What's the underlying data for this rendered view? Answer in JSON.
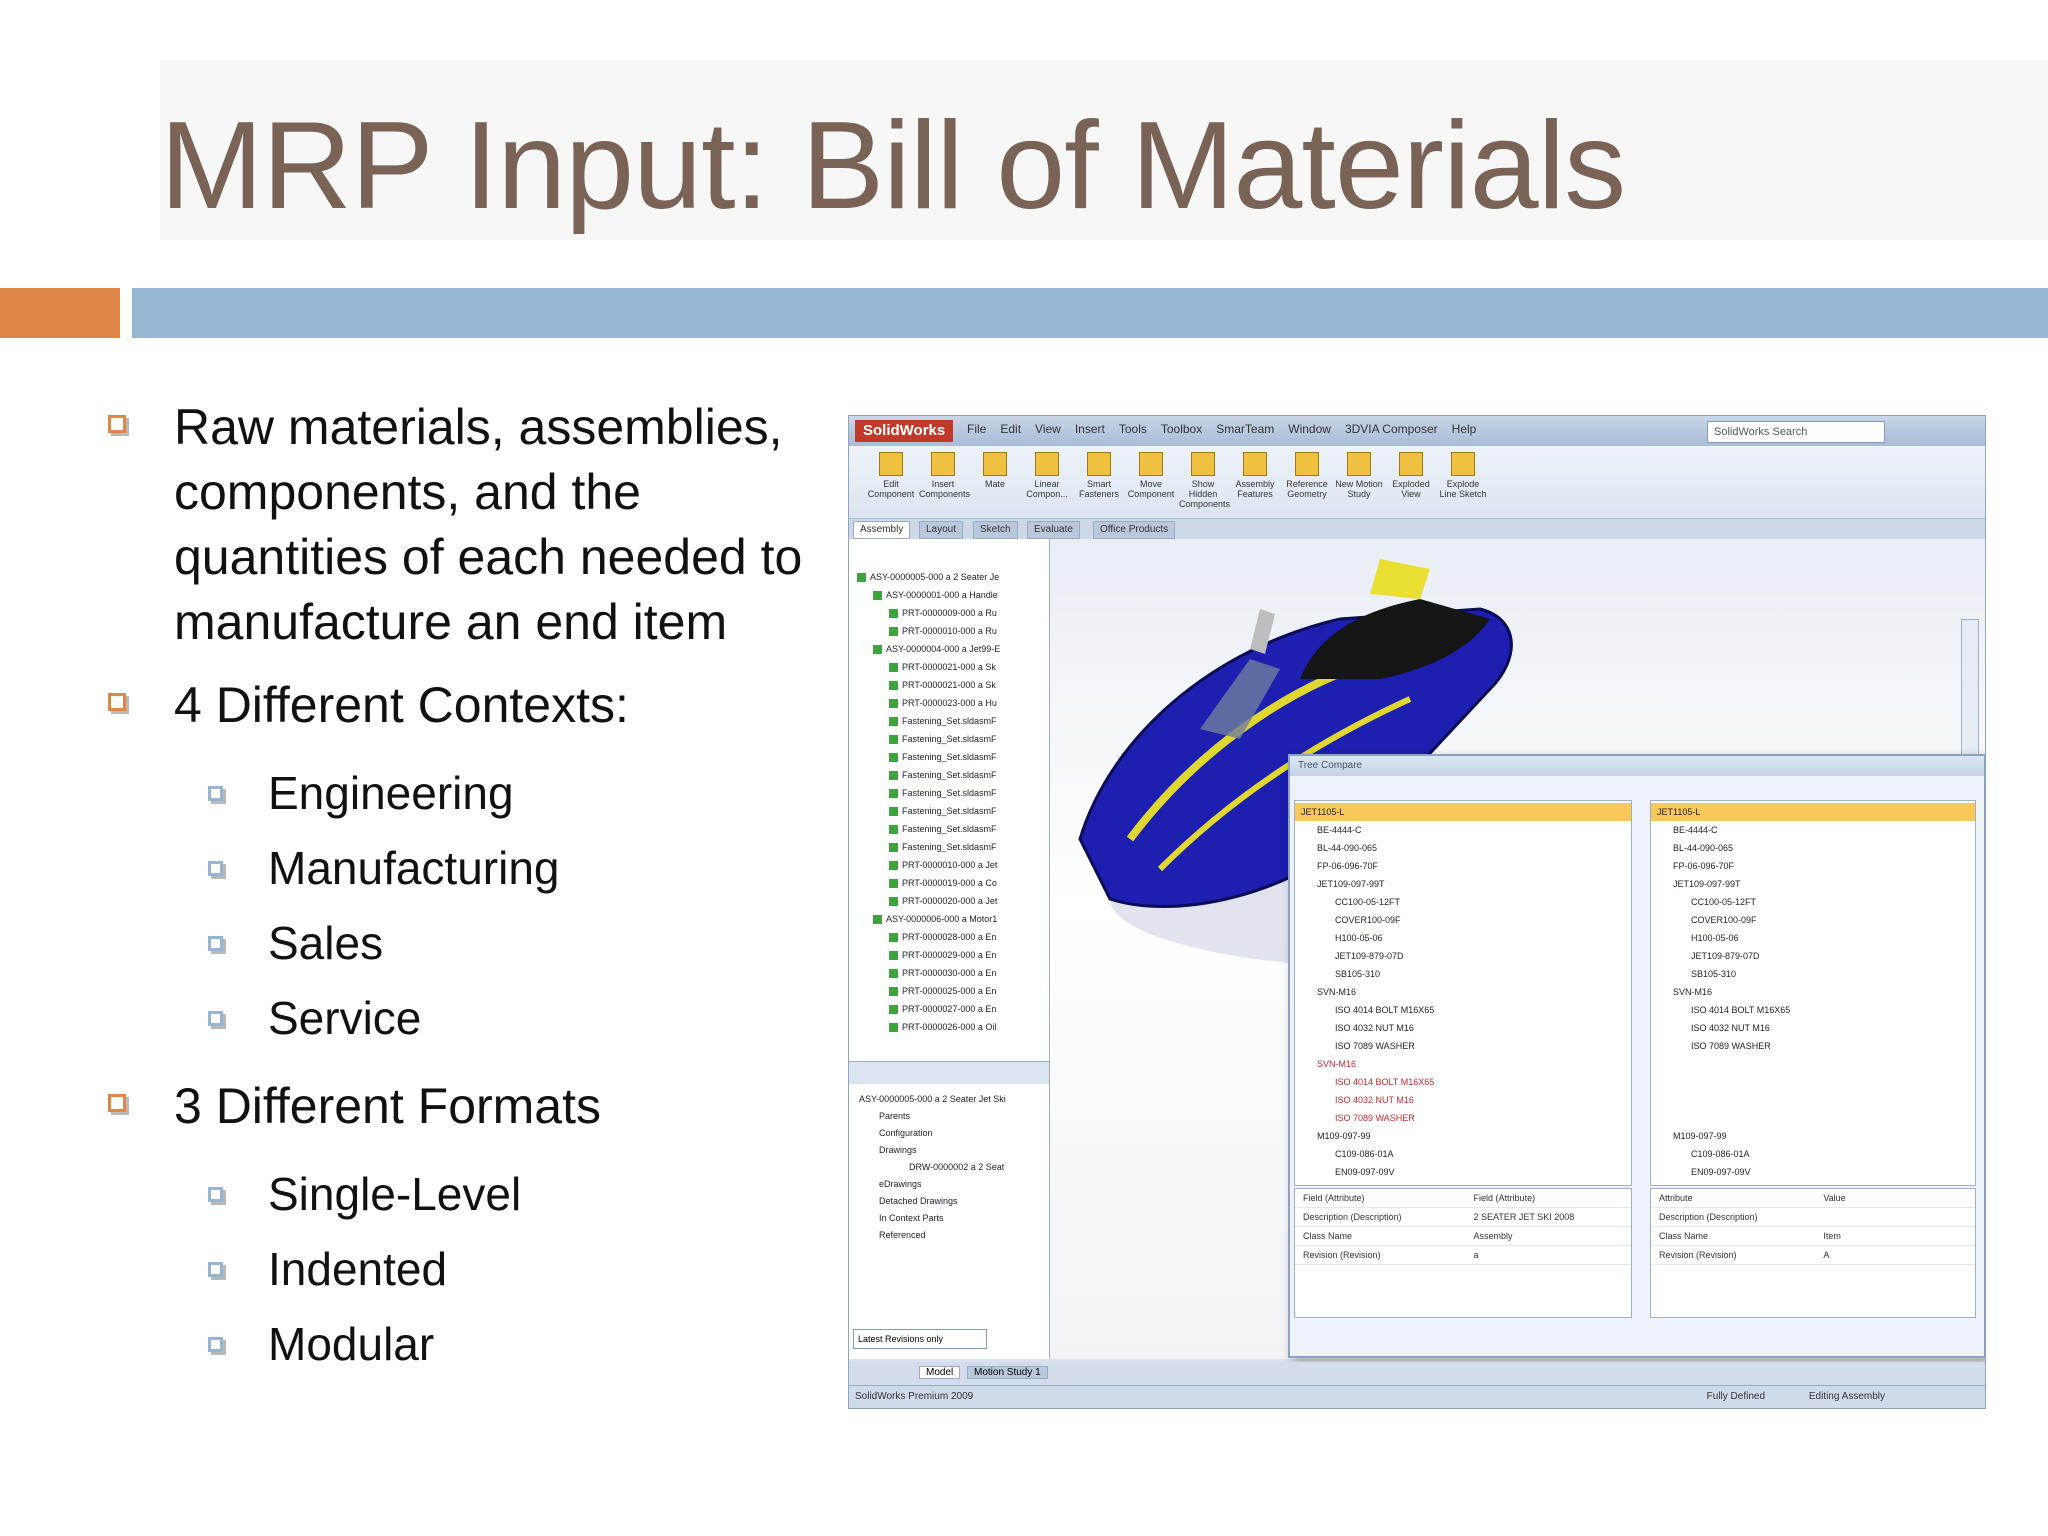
{
  "slide": {
    "title": "MRP Input: Bill of Materials",
    "bullets": [
      {
        "text": "Raw materials, assemblies, components, and the quantities of each needed to manufacture an end item",
        "sub": []
      },
      {
        "text": "4 Different Contexts:",
        "sub": [
          "Engineering",
          "Manufacturing",
          "Sales",
          "Service"
        ]
      },
      {
        "text": "3 Different Formats",
        "sub": [
          "Single-Level",
          "Indented",
          "Modular"
        ]
      }
    ]
  },
  "screenshot": {
    "logo": "SolidWorks",
    "menu": [
      "File",
      "Edit",
      "View",
      "Insert",
      "Tools",
      "Toolbox",
      "SmarTeam",
      "Window",
      "3DVIA Composer",
      "Help"
    ],
    "search_placeholder": "SolidWorks Search",
    "ribbon": [
      "Edit Component",
      "Insert Components",
      "Mate",
      "Linear Compon...",
      "Smart Fasteners",
      "Move Component",
      "Show Hidden Components",
      "Assembly Features",
      "Reference Geometry",
      "New Motion Study",
      "Exploded View",
      "Explode Line Sketch"
    ],
    "tabs": [
      "Assembly",
      "Layout",
      "Sketch",
      "Evaluate",
      "Office Products"
    ],
    "tree_top": [
      "ASY-0000005-000 a 2 Seater Je",
      "ASY-0000001-000 a Handle",
      "PRT-0000009-000 a Ru",
      "PRT-0000010-000 a Ru",
      "ASY-0000004-000 a Jet99-E",
      "PRT-0000021-000 a Sk",
      "PRT-0000021-000 a Sk",
      "PRT-0000023-000 a Hu",
      "Fastening_Set.sldasmF",
      "Fastening_Set.sldasmF",
      "Fastening_Set.sldasmF",
      "Fastening_Set.sldasmF",
      "Fastening_Set.sldasmF",
      "Fastening_Set.sldasmF",
      "Fastening_Set.sldasmF",
      "Fastening_Set.sldasmF",
      "PRT-0000010-000 a Jet",
      "PRT-0000019-000 a Co",
      "PRT-0000020-000 a Jet",
      "ASY-0000006-000 a Motor1",
      "PRT-0000028-000 a En",
      "PRT-0000029-000 a En",
      "PRT-0000030-000 a En",
      "PRT-0000025-000 a En",
      "PRT-0000027-000 a En",
      "PRT-0000026-000 a Oil"
    ],
    "tree_bottom": [
      "ASY-0000005-000 a 2 Seater Jet Ski",
      "Parents",
      "Configuration",
      "Drawings",
      "DRW-0000002 a 2 Seat",
      "eDrawings",
      "Detached Drawings",
      "In Context Parts",
      "Referenced"
    ],
    "revision_filter": "Latest Revisions only",
    "bottom_tabs": [
      "Model",
      "Motion Study 1"
    ],
    "tree_compare": {
      "title": "Tree Compare",
      "left_rows": [
        {
          "t": "JET1105-L",
          "hl": true
        },
        {
          "t": "BE-4444-C"
        },
        {
          "t": "BL-44-090-065"
        },
        {
          "t": "FP-06-096-70F"
        },
        {
          "t": "JET109-097-99T"
        },
        {
          "t": "CC100-05-12FT"
        },
        {
          "t": "COVER100-09F"
        },
        {
          "t": "H100-05-06"
        },
        {
          "t": "JET109-879-07D"
        },
        {
          "t": "SB105-310"
        },
        {
          "t": "SVN-M16"
        },
        {
          "t": "ISO 4014 BOLT M16X65"
        },
        {
          "t": "ISO 4032 NUT M16"
        },
        {
          "t": "ISO 7089 WASHER"
        },
        {
          "t": "SVN-M16",
          "red": true
        },
        {
          "t": "ISO 4014 BOLT M16X65",
          "red": true
        },
        {
          "t": "ISO 4032 NUT M16",
          "red": true
        },
        {
          "t": "ISO 7089 WASHER",
          "red": true
        },
        {
          "t": "M109-097-99"
        },
        {
          "t": "C109-086-01A"
        },
        {
          "t": "EN09-097-09V"
        }
      ],
      "right_rows": [
        {
          "t": "JET1105-L",
          "hl": true
        },
        {
          "t": "BE-4444-C"
        },
        {
          "t": "BL-44-090-065"
        },
        {
          "t": "FP-06-096-70F"
        },
        {
          "t": "JET109-097-99T"
        },
        {
          "t": "CC100-05-12FT"
        },
        {
          "t": "COVER100-09F"
        },
        {
          "t": "H100-05-06"
        },
        {
          "t": "JET109-879-07D"
        },
        {
          "t": "SB105-310"
        },
        {
          "t": "SVN-M16"
        },
        {
          "t": "ISO 4014 BOLT M16X65"
        },
        {
          "t": "ISO 4032 NUT M16"
        },
        {
          "t": "ISO 7089 WASHER"
        },
        {
          "t": ""
        },
        {
          "t": ""
        },
        {
          "t": ""
        },
        {
          "t": ""
        },
        {
          "t": "M109-097-99"
        },
        {
          "t": "C109-086-01A"
        },
        {
          "t": "EN09-097-09V"
        }
      ],
      "left_attrs": [
        [
          "Field (Attribute)",
          "Field (Attribute)"
        ],
        [
          "Description (Description)",
          "2 SEATER JET SKI 2008"
        ],
        [
          "Class Name",
          "Assembly"
        ],
        [
          "Revision (Revision)",
          "a"
        ]
      ],
      "right_attrs": [
        [
          "Attribute",
          "Value"
        ],
        [
          "Description (Description)",
          ""
        ],
        [
          "Class Name",
          "Item"
        ],
        [
          "Revision (Revision)",
          "A"
        ]
      ]
    },
    "status": {
      "version": "SolidWorks Premium 2009",
      "defined": "Fully Defined",
      "mode": "Editing Assembly"
    }
  },
  "colors": {
    "title": "#7a6254",
    "accent_orange": "#df8646",
    "accent_blue": "#94b6d2"
  }
}
